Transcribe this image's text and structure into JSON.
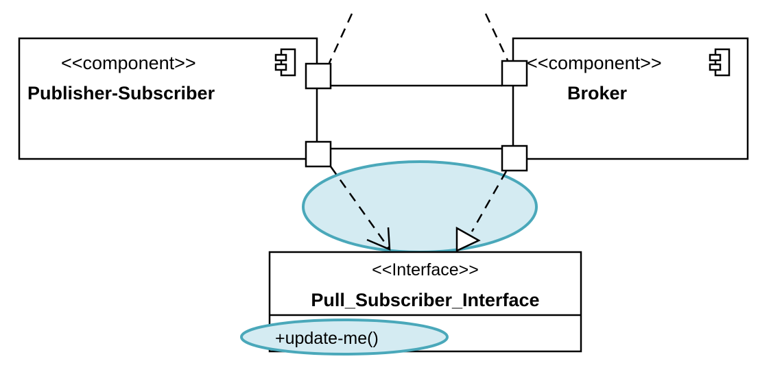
{
  "publisher_component": {
    "stereotype": "<<component>>",
    "name": "Publisher-Subscriber",
    "icon": "component-icon"
  },
  "broker_component": {
    "stereotype": "<<component>>",
    "name": "Broker",
    "icon": "component-icon"
  },
  "interface_box": {
    "stereotype": "<<Interface>>",
    "name": "Pull_Subscriber_Interface",
    "operations": [
      "+update-me()"
    ]
  },
  "colors": {
    "line": "#000000",
    "highlight_fill": "#d4ebf2",
    "highlight_stroke": "#4aa8ba"
  }
}
